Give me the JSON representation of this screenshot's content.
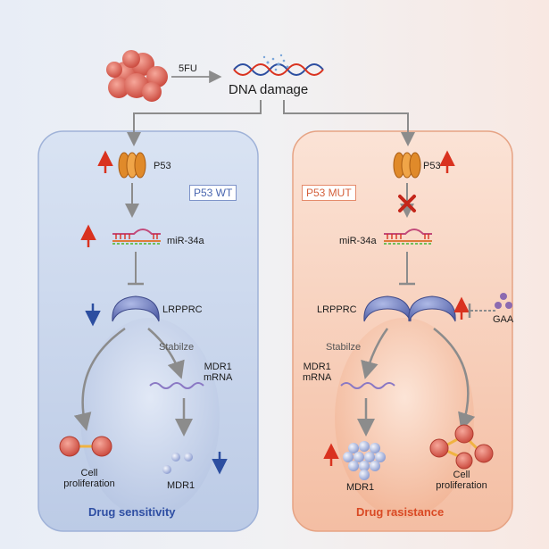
{
  "trigger": {
    "drug": "5FU",
    "event": "DNA damage"
  },
  "left": {
    "tag": "P53 WT",
    "p53": "P53",
    "mirna": "miR-34a",
    "lrpprc": "LRPPRC",
    "stabilize": "Stabilze",
    "mdr1_mrna_line1": "MDR1",
    "mdr1_mrna_line2": "mRNA",
    "cell_line1": "Cell",
    "cell_line2": "proliferation",
    "mdr1": "MDR1",
    "outcome": "Drug sensitivity"
  },
  "right": {
    "tag": "P53 MUT",
    "p53": "P53",
    "mirna": "miR-34a",
    "lrpprc": "LRPPRC",
    "gaa": "GAA",
    "stabilize": "Stabilze",
    "mdr1_mrna_line1": "MDR1",
    "mdr1_mrna_line2": "mRNA",
    "mdr1": "MDR1",
    "cell_line1": "Cell",
    "cell_line2": "proliferation",
    "outcome": "Drug rasistance"
  },
  "colors": {
    "wt_panel": "#c9d7ee",
    "mut_panel": "#f6cdb8",
    "up_arrow": "#d9321f",
    "down_arrow": "#2c4ea0",
    "flow_arrow": "#8c8c8c",
    "p53": "#e08a2a",
    "lrpprc": "#5c6db3",
    "cell": "#e06a55",
    "mdr1_bead": "#b9c4e6",
    "gaa": "#8b6ab0"
  }
}
